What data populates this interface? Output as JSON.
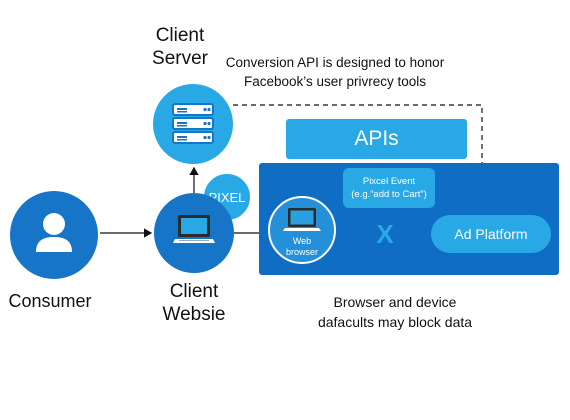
{
  "labels": {
    "client_server": "Client\nServer",
    "conversion_note": "Conversion API is designed to honor\nFacebook’s user privrecy tools",
    "apis": "APIs",
    "pixel": "PIXEL",
    "pixel_event": "Pixcel Event\n(e.g.“add to Cart”)",
    "web_browser": "Web\nbrowser",
    "ad_platform": "Ad Platform",
    "block_x": "X",
    "consumer": "Consumer",
    "client_website": "Client\nWebsie",
    "block_note": "Browser and device\ndafacults may block data"
  },
  "colors": {
    "dark_blue": "#1675c6",
    "mid_blue": "#2390d8",
    "light_blue": "#29a8e6",
    "platform_blue": "#0f6ec3"
  },
  "icons": {
    "server": "server-rack-icon",
    "user": "user-icon",
    "laptop": "laptop-icon"
  }
}
